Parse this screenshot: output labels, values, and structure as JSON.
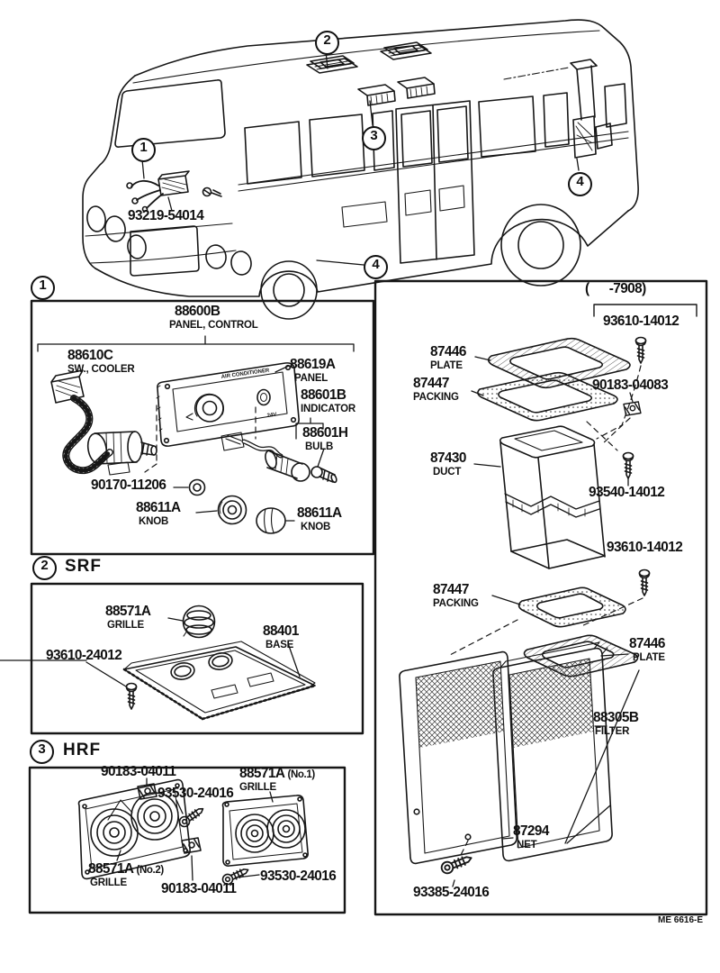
{
  "doc": {
    "drawing_code": "ME 6616-E"
  },
  "bus": {
    "callout_1": "1",
    "callout_2": "2",
    "callout_3": "3",
    "callout_4_side": "4",
    "callout_4_bottom": "4",
    "switch_part_num": "93219-54014"
  },
  "panel_box": {
    "marker": "1",
    "assembly": {
      "num": "88600B",
      "name": "PANEL, CONTROL"
    },
    "cooler_switch": {
      "num": "88610C",
      "name": "SW., COOLER"
    },
    "panel": {
      "num": "88619A",
      "name": "PANEL"
    },
    "indicator": {
      "num": "88601B",
      "name": "INDICATOR"
    },
    "bulb": {
      "num": "88601H",
      "name": "BULB"
    },
    "nut": {
      "num": "90170-11206"
    },
    "knob_left": {
      "num": "88611A",
      "name": "KNOB"
    },
    "knob_right": {
      "num": "88611A",
      "name": "KNOB"
    },
    "panel_face": {
      "brand": "AIR CONDITIONER",
      "voltage": "24V"
    }
  },
  "srf_box": {
    "marker": "2",
    "title": "SRF",
    "grille": {
      "num": "88571A",
      "name": "GRILLE"
    },
    "base": {
      "num": "88401",
      "name": "BASE"
    },
    "screw": {
      "num": "93610-24012"
    }
  },
  "hrf_box": {
    "marker": "3",
    "title": "HRF",
    "clip_top": {
      "num": "90183-04011"
    },
    "screw_top": {
      "num": "93530-24016"
    },
    "grille1": {
      "num": "88571A",
      "suffix": "(No.1)",
      "name": "GRILLE"
    },
    "grille2": {
      "num": "88571A",
      "suffix": "(No.2)",
      "name": "GRILLE"
    },
    "clip_bottom": {
      "num": "90183-04011"
    },
    "screw_bottom": {
      "num": "93530-24016"
    }
  },
  "duct_box": {
    "date_range": "(      -7908)",
    "screw_top": {
      "num": "93610-14012"
    },
    "plate_top": {
      "num": "87446",
      "name": "PLATE"
    },
    "packing_top": {
      "num": "87447",
      "name": "PACKING"
    },
    "clip": {
      "num": "90183-04083"
    },
    "duct": {
      "num": "87430",
      "name": "DUCT"
    },
    "screw_mid": {
      "num": "93540-14012"
    },
    "screw_lower": {
      "num": "93610-14012"
    },
    "packing_bottom": {
      "num": "87447",
      "name": "PACKING"
    },
    "plate_bottom": {
      "num": "87446",
      "name": "PLATE"
    },
    "filter": {
      "num": "88305B",
      "name": "FILTER"
    },
    "net": {
      "num": "87294",
      "name": "NET"
    },
    "screw_bottom": {
      "num": "93385-24016"
    }
  }
}
